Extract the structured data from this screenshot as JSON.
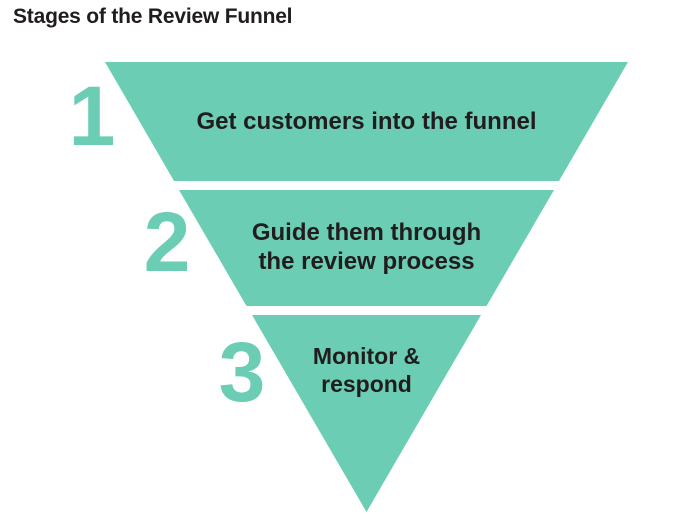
{
  "title": "Stages of the Review Funnel",
  "colors": {
    "teal": "#6bcdb3",
    "text_dark": "#211c1d",
    "background": "#ffffff"
  },
  "funnel": {
    "type": "inverted-funnel",
    "stages": [
      {
        "number": "1",
        "label": "Get customers into the funnel"
      },
      {
        "number": "2",
        "label": "Guide them through\nthe review process"
      },
      {
        "number": "3",
        "label": "Monitor &\nrespond"
      }
    ]
  }
}
